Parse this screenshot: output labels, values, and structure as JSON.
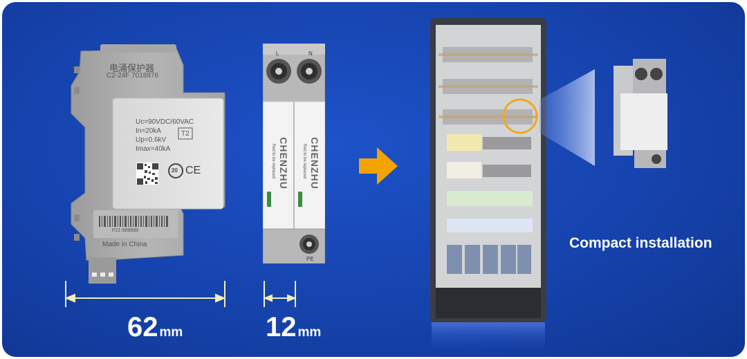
{
  "spd_side": {
    "title_cn": "电涌保护器",
    "model": "C2-24F 7018876",
    "spec_lines": [
      "Uc=90VDC/60VAC",
      "In=20kA",
      "Up=0.6kV",
      "Imax=40kA"
    ],
    "class_badge": "T2",
    "ip_badge": "20",
    "ce_mark": "CE",
    "serial": "P21-888888",
    "made_in": "Made in China"
  },
  "spd_front": {
    "terminal_l": "L",
    "terminal_n": "N",
    "terminal_pe": "PE",
    "brand": "CHENZHU",
    "status_text": "Red:to be replaced"
  },
  "dimensions": {
    "width_value": "62",
    "width_unit": "mm",
    "thickness_value": "12",
    "thickness_unit": "mm"
  },
  "caption": "Compact installation",
  "colors": {
    "background": "#1643ad",
    "arrow": "#f5a300",
    "dim_line": "#f2efb8",
    "highlight_ring": "#f0a81e"
  }
}
